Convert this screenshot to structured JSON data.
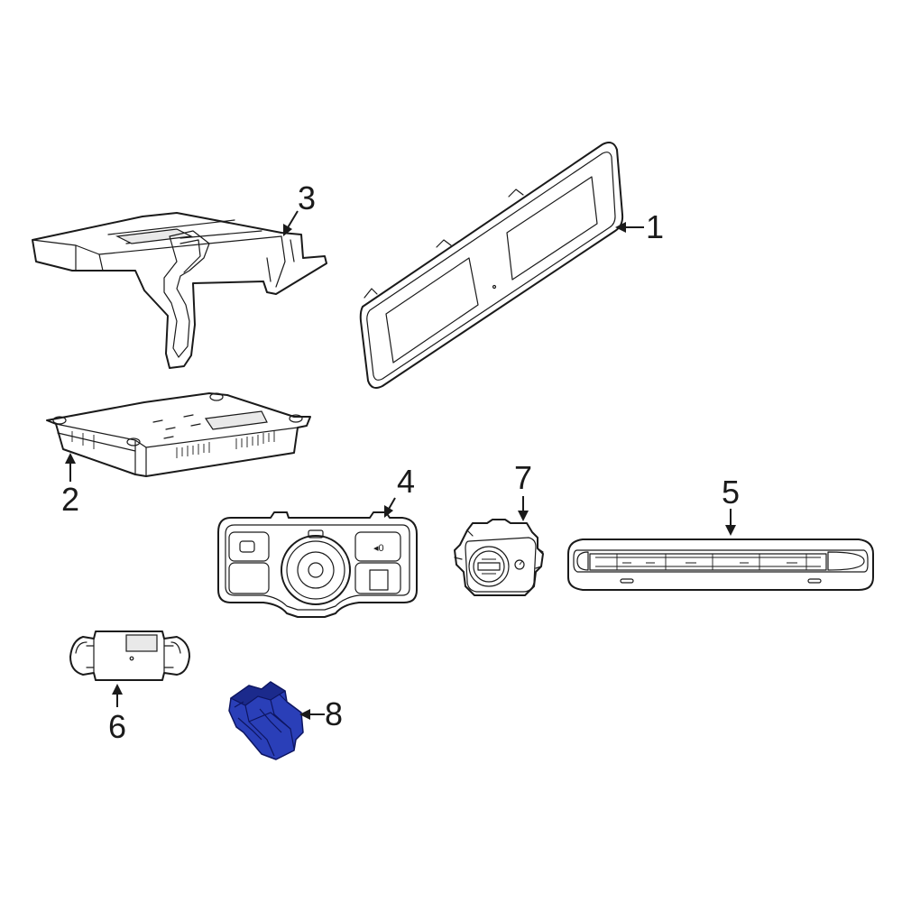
{
  "callouts": {
    "c1": "1",
    "c2": "2",
    "c3": "3",
    "c4": "4",
    "c5": "5",
    "c6": "6",
    "c7": "7",
    "c8": "8"
  },
  "colors": {
    "line": "#1a1a1a",
    "highlight": "#2a3fb8",
    "background": "#ffffff"
  }
}
